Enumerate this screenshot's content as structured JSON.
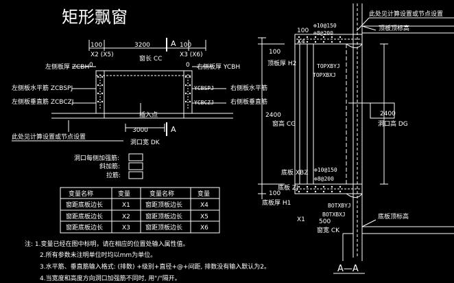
{
  "title": "矩形飘窗",
  "plan": {
    "dim_top": "3200",
    "dim_100_left": "100",
    "dim_100_right": "100",
    "x2_label": "X2 (X5)",
    "x3_label": "X3 (X6)",
    "window_width_label": "窗长 CC",
    "section_mark": "A",
    "left_plate_thickness": "左侧板厚 ZCBH",
    "right_plate_thickness": "右侧板厚 YCBH",
    "left_horiz_rebar": "左侧板水平筋 ZCBSPJ",
    "left_vert_rebar": "左侧板垂直筋 ZCBCZJ",
    "right_horiz_rebar": "右侧板水平筋",
    "right_vert_rebar": "右侧板垂直筋",
    "ycbspj": "YCBSPJ",
    "ycbczj": "YCBCZJ",
    "insert_point": "插入点",
    "dim_3000": "3000",
    "opening_width": "洞口宽 DK",
    "calc_note": "此处见计算设置或节点设置",
    "zero_left": "0",
    "zero_right": "0"
  },
  "reinforce": {
    "line1": "洞口每侧加强筋:",
    "line2": "斜加筋:",
    "line3": "拉筋:"
  },
  "table": {
    "headers": [
      "变量名称",
      "变量",
      "变量名称",
      "变量"
    ],
    "rows": [
      [
        "窗距底板边长",
        "X1",
        "窗距顶板边长",
        "X4"
      ],
      [
        "窗距底板边长",
        "X2",
        "窗距顶板边长",
        "X5"
      ],
      [
        "窗距底板边长",
        "X3",
        "窗距顶板边长",
        "X6"
      ]
    ]
  },
  "notes": [
    "注: 1.变量已经在图中标明，请在相应的位置处输入属性值。",
    "2.所有参数未注明单位时均以mm为单位。",
    "3.水平筋、垂直筋输入格式: (排数) +级别+直径+@+间距, 排数没有输入默认为2。",
    "4.当宽度和高度方向洞口加强筋不同时, 用\"/\"隔开。"
  ],
  "section": {
    "calc_note": "此处见计算设置或节点设置",
    "top_plate_top": "顶板顶标高",
    "rebar_top1": "⊕10@150",
    "rebar_top2": "⊕8@200",
    "x4": "X4",
    "dim_100": "100",
    "top_plate_thickness": "顶板厚 H2",
    "topxbyj": "TOPXBYJ",
    "topxbxj": "TOPXBXJ",
    "dim_2400_left": "2400",
    "window_height": "窗高 CG",
    "dim_2400_right": "2400",
    "opening_height": "洞口高 DG",
    "bottom_xbz": "底板 XBZ",
    "rebar_bot1": "⊕10@150",
    "rebar_bot2": "⊕8@200",
    "bottom_zj": "底板 ZJ",
    "bottom_thickness": "底板厚 H1",
    "botxbyj": "BOTXBYJ",
    "botxbxj": "BOTXBXJ",
    "x1": "X1",
    "dim_500": "500",
    "window_width": "窗宽 CK",
    "bottom_plate_top": "底板顶标高",
    "section_label": "A—A"
  }
}
